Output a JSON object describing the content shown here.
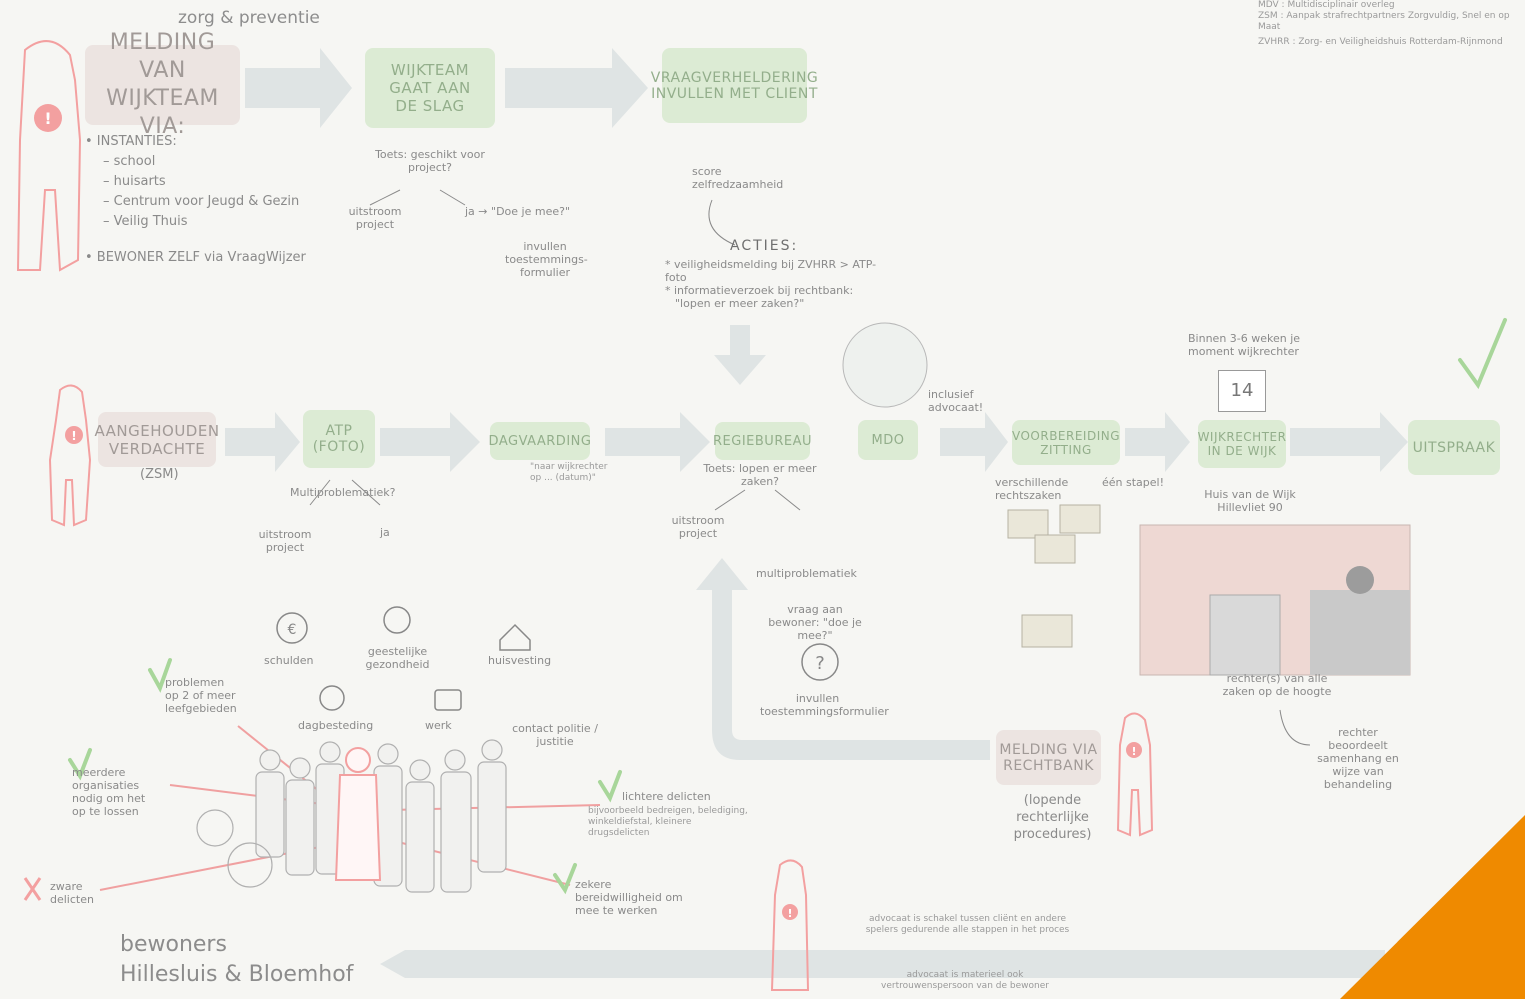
{
  "legend": {
    "line1": "MDV : Multidisciplinair overleg",
    "line2": "ZSM : Aanpak strafrechtpartners Zorgvuldig, Snel en op Maat",
    "line3": "ZVHRR : Zorg- en Veiligheidshuis Rotterdam-Rijnmond"
  },
  "top_label": "zorg & preventie",
  "melding_wijkteam": {
    "title": "MELDING VAN WIJKTEAM VIA:",
    "instanties": "• INSTANTIES:",
    "items": [
      "– school",
      "– huisarts",
      "– Centrum voor Jeugd & Gezin",
      "– Veilig Thuis"
    ],
    "bewoner": "• BEWONER ZELF via VraagWijzer"
  },
  "wijkteam": {
    "box": "WIJKTEAM GAAT AAN DE SLAG",
    "toets": "Toets: geschikt voor project?",
    "uitstroom": "uitstroom project",
    "ja": "ja → \"Doe je mee?\"",
    "form": "invullen toestemmings-formulier"
  },
  "vraagverheldering": {
    "box": "VRAAGVERHELDERING INVULLEN MET CLIENT",
    "score": "score zelfredzaamheid",
    "acties_title": "ACTIES:",
    "acties1": "* veiligheidsmelding bij ZVHRR > ATP-foto",
    "acties2": "* informatieverzoek bij rechtbank:",
    "acties3": "\"lopen er meer zaken?\""
  },
  "row2": {
    "aangehouden": "AANGEHOUDEN VERDACHTE",
    "zsm": "(ZSM)",
    "atp": "ATP (FOTO)",
    "multi": "Multiproblematiek?",
    "uitstroom": "uitstroom project",
    "ja": "ja",
    "dagvaarding": "DAGVAARDING",
    "brief": "\"naar wijkrechter op ... (datum)\"",
    "regiebureau": "REGIEBUREAU",
    "toets": "Toets: lopen er meer zaken?",
    "uitstroom2": "uitstroom project",
    "mdo": "MDO",
    "advocaat": "inclusief advocaat!",
    "voorbereiding": "VOORBEREIDING ZITTING",
    "verschillende": "verschillende rechtszaken",
    "een_stapel": "één stapel!",
    "binnen": "Binnen 3-6 weken je moment wijkrechter",
    "kalender": "14",
    "wijkrechter": "WIJKRECHTER IN DE WIJK",
    "huis": "Huis van de Wijk Hillevliet 90",
    "uitspraak": "UITSPRAAK"
  },
  "middle": {
    "multi": "multiproblematiek",
    "vraag": "vraag aan bewoner: \"doe je mee?\"",
    "form": "invullen toestemmingsformulier",
    "melding_rechtbank": "MELDING VIA RECHTBANK",
    "lopende": "(lopende rechterlijke procedures)",
    "rechters": "rechter(s) van alle zaken op de hoogte",
    "beoordeelt": "rechter beoordeelt samenhang en wijze van behandeling"
  },
  "bewoners": {
    "title1": "bewoners",
    "title2": "Hillesluis & Bloemhof",
    "problemen": "problemen op 2 of meer leefgebieden",
    "meerdere": "meerdere organisaties nodig om het op te lossen",
    "zware": "zware delicten",
    "lichtere": "lichtere delicten",
    "lichtere_sub": "bijvoorbeeld bedreigen, belediging, winkeldiefstal, kleinere drugsdelicten",
    "bereid": "zekere bereidwilligheid om mee te werken",
    "icons": [
      "schulden",
      "geestelijke gezondheid",
      "huisvesting",
      "dagbesteding",
      "werk",
      "contact politie / justitie"
    ]
  },
  "bottom": {
    "advocaat1": "advocaat is schakel tussen cliënt en andere spelers gedurende alle stappen in het proces",
    "advocaat2": "advocaat is materieel ook vertrouwenspersoon van de bewoner"
  },
  "colors": {
    "accent": "#ef8a00",
    "green": "#dcebd4",
    "pink": "#ece4e1",
    "red": "#f4a7a7"
  }
}
